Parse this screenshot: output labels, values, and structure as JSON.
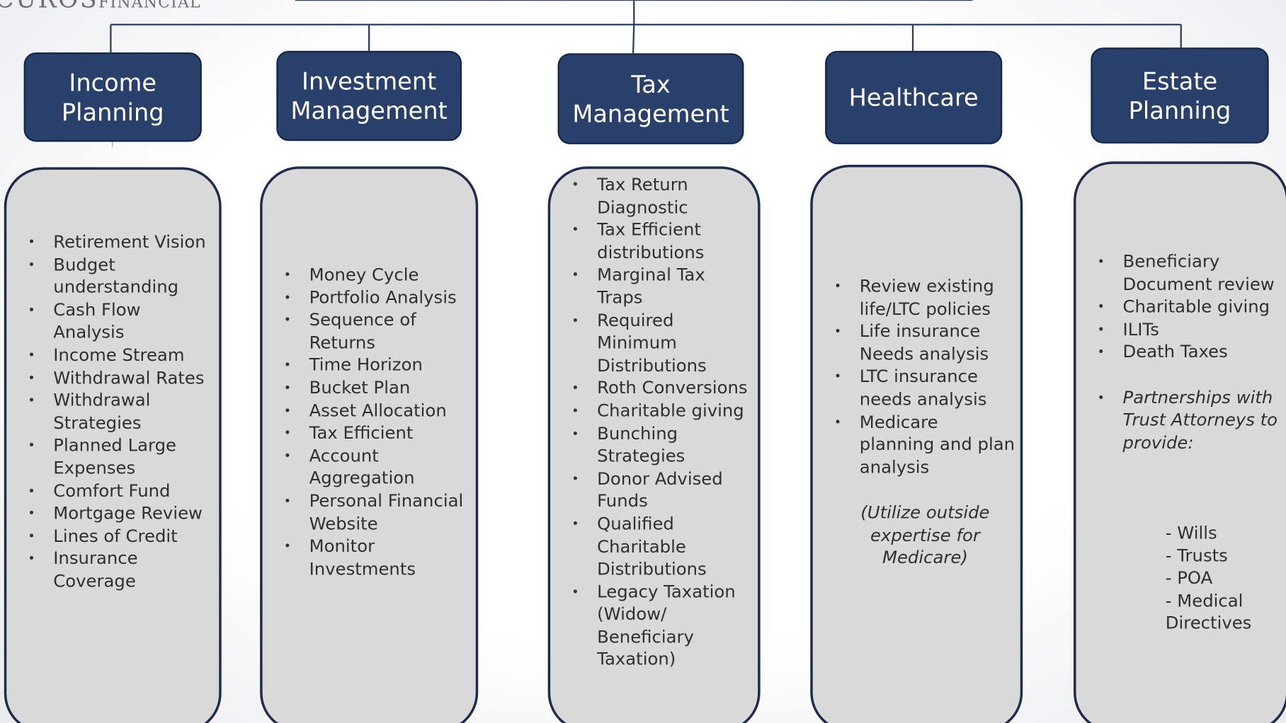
{
  "logo": {
    "brand": "CUROS",
    "suffix": "FINANCIAL"
  },
  "categories": [
    {
      "title": "Income\nPlanning"
    },
    {
      "title": "Investment\nManagement"
    },
    {
      "title": "Tax\nManagement"
    },
    {
      "title": "Healthcare"
    },
    {
      "title": "Estate\nPlanning"
    }
  ],
  "income": [
    "Retirement Vision",
    "Budget understanding",
    "Cash Flow Analysis",
    "Income Stream",
    "Withdrawal Rates",
    "Withdrawal Strategies",
    "Planned Large Expenses",
    "Comfort Fund",
    "Mortgage Review",
    "Lines of Credit",
    "Insurance Coverage"
  ],
  "investment": [
    "Money Cycle",
    "Portfolio Analysis",
    "Sequence of Returns",
    "Time Horizon",
    "Bucket Plan",
    "Asset Allocation",
    "Tax Efficient",
    "Account Aggregation",
    "Personal Financial Website",
    "Monitor Investments"
  ],
  "tax": [
    "Tax Return Diagnostic",
    "Tax Efficient distributions",
    "Marginal Tax Traps",
    "Required Minimum Distributions",
    "Roth Conversions",
    "Charitable giving",
    "Bunching Strategies",
    "Donor Advised Funds",
    "Qualified Charitable Distributions",
    "Legacy Taxation (Widow/ Beneficiary Taxation)"
  ],
  "healthcare": {
    "items": [
      "Review existing life/LTC policies",
      "Life insurance Needs analysis",
      "LTC insurance needs analysis",
      "Medicare planning and plan analysis"
    ],
    "note": "(Utilize outside\nexpertise for\nMedicare)"
  },
  "estate": {
    "items": [
      "Beneficiary Document review",
      "Charitable giving",
      "ILITs",
      "Death Taxes"
    ],
    "partnership": "Partnerships with Trust Attorneys to provide:",
    "subitems": [
      "- Wills",
      "- Trusts",
      "- POA",
      "- Medical Directives"
    ]
  }
}
